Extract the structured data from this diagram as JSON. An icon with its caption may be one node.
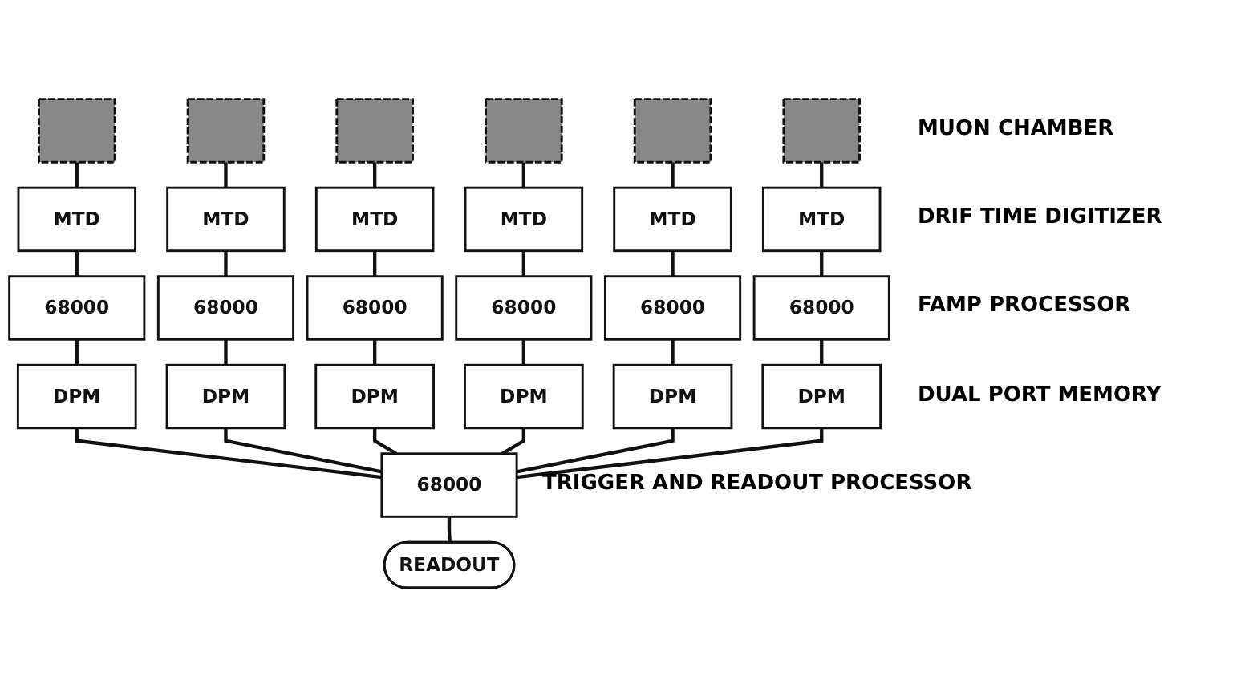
{
  "diagram": {
    "nodes": [
      {
        "text": [],
        "shape": "bar"
      },
      {
        "text": [],
        "shape": "bar"
      },
      {
        "text": [],
        "shape": "bar"
      },
      {
        "text": [],
        "shape": "bar"
      },
      {
        "text": [],
        "shape": "bar"
      },
      {
        "text": [],
        "shape": "bar"
      },
      {
        "text": [
          "MTD"
        ]
      },
      {
        "text": [
          "MTD"
        ]
      },
      {
        "text": [
          "MTD"
        ]
      },
      {
        "text": [
          "MTD"
        ]
      },
      {
        "text": [
          "MTD"
        ]
      },
      {
        "text": [
          "MTD"
        ]
      },
      {
        "text": [
          "68000"
        ]
      },
      {
        "text": [
          "68000"
        ]
      },
      {
        "text": [
          "68000"
        ]
      },
      {
        "text": [
          "68000"
        ]
      },
      {
        "text": [
          "68000"
        ]
      },
      {
        "text": [
          "68000"
        ]
      },
      {
        "text": [
          "DPM"
        ]
      },
      {
        "text": [
          "DPM"
        ]
      },
      {
        "text": [
          "DPM"
        ]
      },
      {
        "text": [
          "DPM"
        ]
      },
      {
        "text": [
          "DPM"
        ]
      },
      {
        "text": [
          "DPM"
        ]
      },
      {
        "text": [
          "68000"
        ],
        "beside": [
          "TRIGGER AND READOUT PROCESSOR"
        ]
      },
      {
        "text": [
          "READOUT"
        ]
      }
    ],
    "edges": [
      {
        "from": 0,
        "to": 6,
        "arrow": "none"
      },
      {
        "from": 1,
        "to": 7,
        "arrow": "none"
      },
      {
        "from": 2,
        "to": 8,
        "arrow": "none"
      },
      {
        "from": 3,
        "to": 9,
        "arrow": "none"
      },
      {
        "from": 4,
        "to": 10,
        "arrow": "none"
      },
      {
        "from": 5,
        "to": 11,
        "arrow": "none"
      },
      {
        "from": 6,
        "to": 12,
        "arrow": "none"
      },
      {
        "from": 7,
        "to": 13,
        "arrow": "none"
      },
      {
        "from": 8,
        "to": 14,
        "arrow": "none"
      },
      {
        "from": 9,
        "to": 15,
        "arrow": "none"
      },
      {
        "from": 10,
        "to": 16,
        "arrow": "none"
      },
      {
        "from": 11,
        "to": 17,
        "arrow": "none"
      },
      {
        "from": 12,
        "to": 18,
        "arrow": "none"
      },
      {
        "from": 13,
        "to": 19,
        "arrow": "none"
      },
      {
        "from": 14,
        "to": 20,
        "arrow": "none"
      },
      {
        "from": 15,
        "to": 21,
        "arrow": "none"
      },
      {
        "from": 16,
        "to": 22,
        "arrow": "none"
      },
      {
        "from": 17,
        "to": 23,
        "arrow": "none"
      },
      {
        "from": 18,
        "to": 24,
        "arrow": "none"
      },
      {
        "from": 19,
        "to": 24,
        "arrow": "none"
      },
      {
        "from": 20,
        "to": 24,
        "arrow": "none"
      },
      {
        "from": 21,
        "to": 24,
        "arrow": "none"
      },
      {
        "from": 22,
        "to": 24,
        "arrow": "none"
      },
      {
        "from": 23,
        "to": 24,
        "arrow": "none"
      },
      {
        "from": 24,
        "to": 25,
        "arrow": "none"
      }
    ],
    "labels": [
      "MUON CHAMBER",
      "DRIF TIME DIGITIZER",
      "FAMP PROCESSOR",
      "DUAL PORT MEMORY"
    ]
  }
}
